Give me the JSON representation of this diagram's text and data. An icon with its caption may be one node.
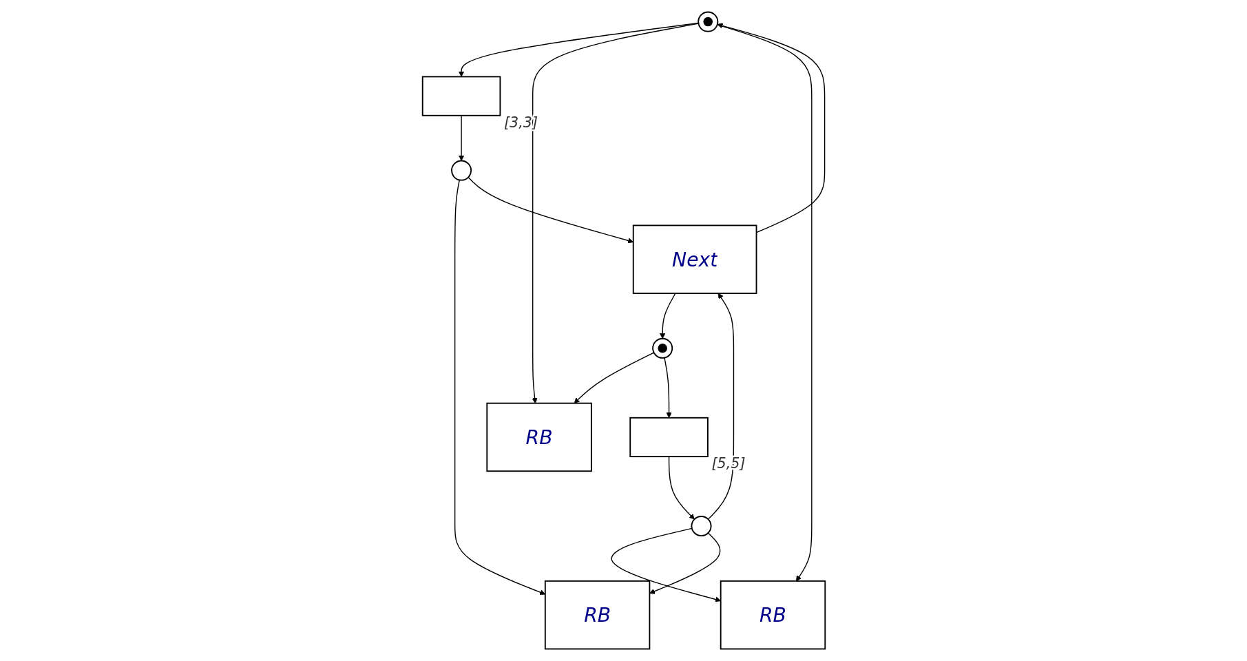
{
  "diagram": {
    "nodes": [
      {
        "text": [],
        "shape": "circle"
      },
      {
        "text": [],
        "shape": "circle"
      },
      {
        "text": [],
        "shape": "box",
        "beside": [
          "[3,3]"
        ]
      },
      {
        "text": [
          "RB"
        ]
      },
      {
        "text": [],
        "shape": "box",
        "beside": [
          "[5,5]"
        ]
      },
      {
        "text": [],
        "shape": "circle"
      },
      {
        "text": [
          "RB"
        ]
      },
      {
        "text": [],
        "shape": "circle"
      },
      {
        "text": [
          "RB"
        ]
      },
      {
        "text": [
          "Next"
        ]
      }
    ],
    "edges": [
      {
        "from": 0,
        "to": 2,
        "arrow": "to"
      },
      {
        "from": 0,
        "to": 3,
        "arrow": "to"
      },
      {
        "from": 0,
        "to": 6,
        "arrow": "to"
      },
      {
        "from": 1,
        "to": 3,
        "arrow": "to"
      },
      {
        "from": 1,
        "to": 4,
        "arrow": "to"
      },
      {
        "from": 2,
        "to": 5,
        "arrow": "to"
      },
      {
        "from": 4,
        "to": 7,
        "arrow": "to"
      },
      {
        "from": 5,
        "to": 8,
        "arrow": "to"
      },
      {
        "from": 5,
        "to": 9,
        "arrow": "to"
      },
      {
        "from": 7,
        "to": 6,
        "arrow": "to"
      },
      {
        "from": 7,
        "to": 8,
        "arrow": "to"
      },
      {
        "from": 7,
        "to": 9,
        "arrow": "to"
      },
      {
        "from": 9,
        "to": 0,
        "arrow": "to"
      },
      {
        "from": 9,
        "to": 1,
        "arrow": "to"
      }
    ]
  }
}
